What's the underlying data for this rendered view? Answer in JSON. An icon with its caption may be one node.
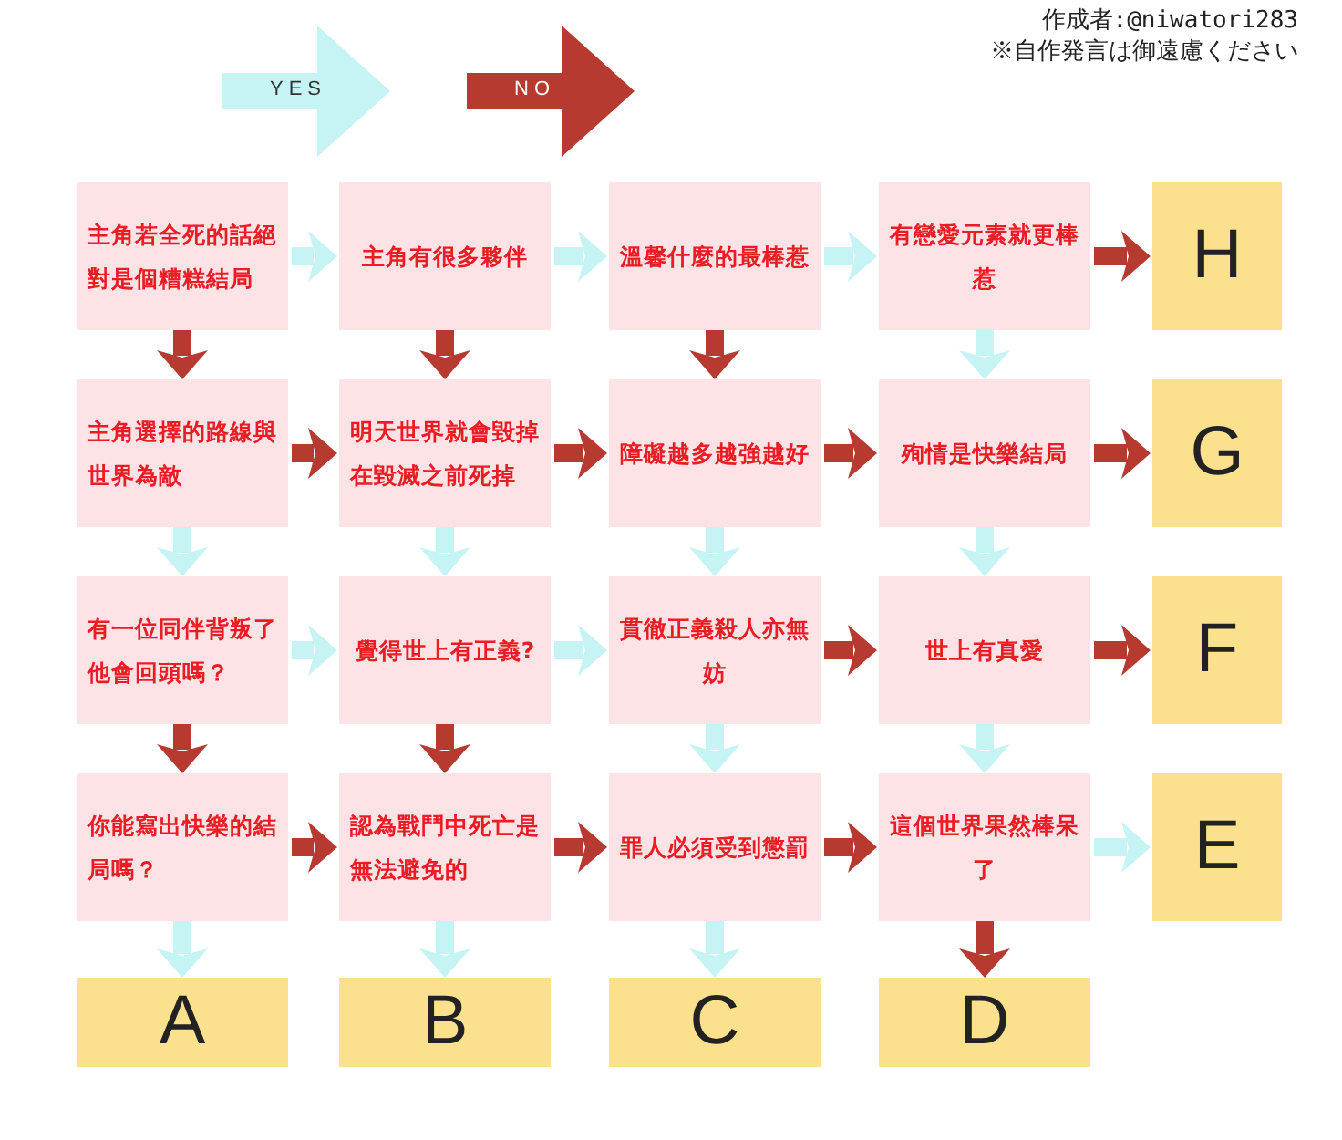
{
  "diagram": {
    "nodes": [
      {
        "text": [
          "主角若全死的話絕對是個糟糕結局"
        ]
      },
      {
        "text": [
          "主角有很多夥伴"
        ]
      },
      {
        "text": [
          "溫馨什麼的最棒惹"
        ]
      },
      {
        "text": [
          "有戀愛元素就更棒惹"
        ]
      },
      {
        "text": [
          "H"
        ]
      },
      {
        "text": [
          "主角選擇的路線與世界為敵"
        ]
      },
      {
        "text": [
          "明天世界就會毀掉在毀滅之前死掉"
        ]
      },
      {
        "text": [
          "障礙越多越強越好"
        ]
      },
      {
        "text": [
          "殉情是快樂結局"
        ]
      },
      {
        "text": [
          "G"
        ]
      },
      {
        "text": [
          "有一位同伴背叛了他會回頭嗎？"
        ]
      },
      {
        "text": [
          "覺得世上有正義?"
        ]
      },
      {
        "text": [
          "貫徹正義殺人亦無妨"
        ]
      },
      {
        "text": [
          "世上有真愛"
        ]
      },
      {
        "text": [
          "F"
        ]
      },
      {
        "text": [
          "你能寫出快樂的結局嗎？"
        ]
      },
      {
        "text": [
          "認為戰鬥中死亡是無法避免的"
        ]
      },
      {
        "text": [
          "罪人必須受到懲罰"
        ]
      },
      {
        "text": [
          "這個世界果然棒呆了"
        ]
      },
      {
        "text": [
          "E"
        ]
      },
      {
        "text": [
          "A"
        ]
      },
      {
        "text": [
          "B"
        ]
      },
      {
        "text": [
          "C"
        ]
      },
      {
        "text": [
          "D"
        ]
      }
    ],
    "edges": [
      {
        "from": 0,
        "to": 1,
        "arrow": "to",
        "color": "#c6f3f3"
      },
      {
        "from": 1,
        "to": 2,
        "arrow": "to",
        "color": "#c6f3f3"
      },
      {
        "from": 2,
        "to": 3,
        "arrow": "to",
        "color": "#c6f3f3"
      },
      {
        "from": 3,
        "to": 4,
        "arrow": "to",
        "color": "#b73a30"
      },
      {
        "from": 0,
        "to": 5,
        "arrow": "to",
        "color": "#b73a30"
      },
      {
        "from": 1,
        "to": 6,
        "arrow": "to",
        "color": "#b73a30"
      },
      {
        "from": 2,
        "to": 7,
        "arrow": "to",
        "color": "#b73a30"
      },
      {
        "from": 3,
        "to": 8,
        "arrow": "to",
        "color": "#c6f3f3"
      },
      {
        "from": 5,
        "to": 6,
        "arrow": "to",
        "color": "#b73a30"
      },
      {
        "from": 6,
        "to": 7,
        "arrow": "to",
        "color": "#b73a30"
      },
      {
        "from": 7,
        "to": 8,
        "arrow": "to",
        "color": "#b73a30"
      },
      {
        "from": 8,
        "to": 9,
        "arrow": "to",
        "color": "#b73a30"
      },
      {
        "from": 5,
        "to": 10,
        "arrow": "to",
        "color": "#c6f3f3"
      },
      {
        "from": 6,
        "to": 11,
        "arrow": "to",
        "color": "#c6f3f3"
      },
      {
        "from": 7,
        "to": 12,
        "arrow": "to",
        "color": "#c6f3f3"
      },
      {
        "from": 8,
        "to": 13,
        "arrow": "to",
        "color": "#c6f3f3"
      },
      {
        "from": 10,
        "to": 11,
        "arrow": "to",
        "color": "#c6f3f3"
      },
      {
        "from": 11,
        "to": 12,
        "arrow": "to",
        "color": "#c6f3f3"
      },
      {
        "from": 12,
        "to": 13,
        "arrow": "to",
        "color": "#b73a30"
      },
      {
        "from": 13,
        "to": 14,
        "arrow": "to",
        "color": "#b73a30"
      },
      {
        "from": 10,
        "to": 15,
        "arrow": "to",
        "color": "#b73a30"
      },
      {
        "from": 11,
        "to": 16,
        "arrow": "to",
        "color": "#b73a30"
      },
      {
        "from": 12,
        "to": 17,
        "arrow": "to",
        "color": "#c6f3f3"
      },
      {
        "from": 13,
        "to": 18,
        "arrow": "to",
        "color": "#c6f3f3"
      },
      {
        "from": 15,
        "to": 16,
        "arrow": "to",
        "color": "#b73a30"
      },
      {
        "from": 16,
        "to": 17,
        "arrow": "to",
        "color": "#b73a30"
      },
      {
        "from": 17,
        "to": 18,
        "arrow": "to",
        "color": "#b73a30"
      },
      {
        "from": 18,
        "to": 19,
        "arrow": "to",
        "color": "#c6f3f3"
      },
      {
        "from": 15,
        "to": 20,
        "arrow": "to",
        "color": "#c6f3f3"
      },
      {
        "from": 16,
        "to": 21,
        "arrow": "to",
        "color": "#c6f3f3"
      },
      {
        "from": 17,
        "to": 22,
        "arrow": "to",
        "color": "#c6f3f3"
      },
      {
        "from": 18,
        "to": 23,
        "arrow": "to",
        "color": "#b73a30"
      }
    ],
    "labels": [
      "作成者:@niwatori283",
      "※自作発言は御遠慮ください"
    ],
    "legend": [
      {
        "text": "YES",
        "color": "#c6f3f3"
      },
      {
        "text": "NO",
        "color": "#b73a30"
      }
    ]
  }
}
